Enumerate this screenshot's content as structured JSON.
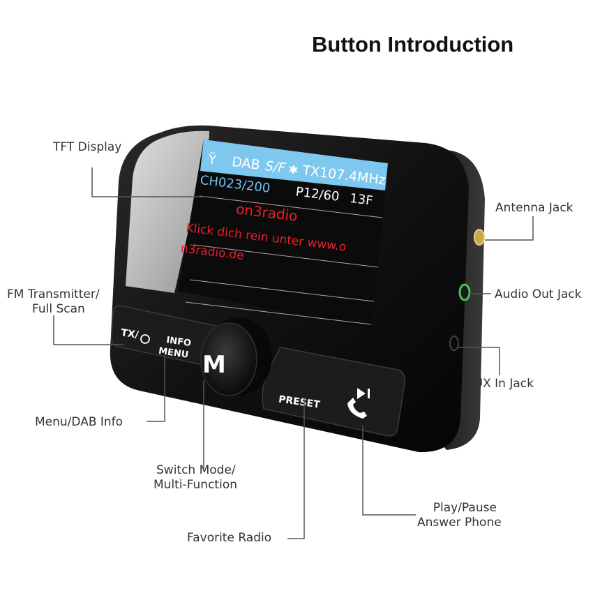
{
  "title": "Button Introduction",
  "callouts": {
    "tft_display": "TFT Display",
    "fm_transmitter_1": "FM Transmitter/",
    "fm_transmitter_2": "Full Scan",
    "menu_dab_info": "Menu/DAB Info",
    "switch_mode_1": "Switch Mode/",
    "switch_mode_2": "Multi-Function",
    "favorite_radio": "Favorite Radio",
    "antenna_jack": "Antenna Jack",
    "audio_out_jack": "Audio Out Jack",
    "aux_in_jack": "AUX In Jack",
    "play_pause_1": "Play/Pause",
    "play_pause_2": "Answer Phone"
  },
  "screen": {
    "mode": "DAB",
    "sf": "S/F",
    "tx_freq": "TX107.4MHz",
    "channel": "CH023/200",
    "preset": "P12/60",
    "slot": "13F",
    "station": "on3radio",
    "line1": "Klick dich rein unter www.o",
    "line2": "n3radio.de"
  },
  "buttons": {
    "tx": "TX/",
    "info": "INFO",
    "menu": "MENU",
    "knob": "M",
    "preset": "PRESET"
  },
  "colors": {
    "screen_header": "#7ec8f0",
    "screen_text_red": "#e8202a",
    "screen_channel_blue": "#6fc0f0",
    "device_body": "#151515"
  }
}
